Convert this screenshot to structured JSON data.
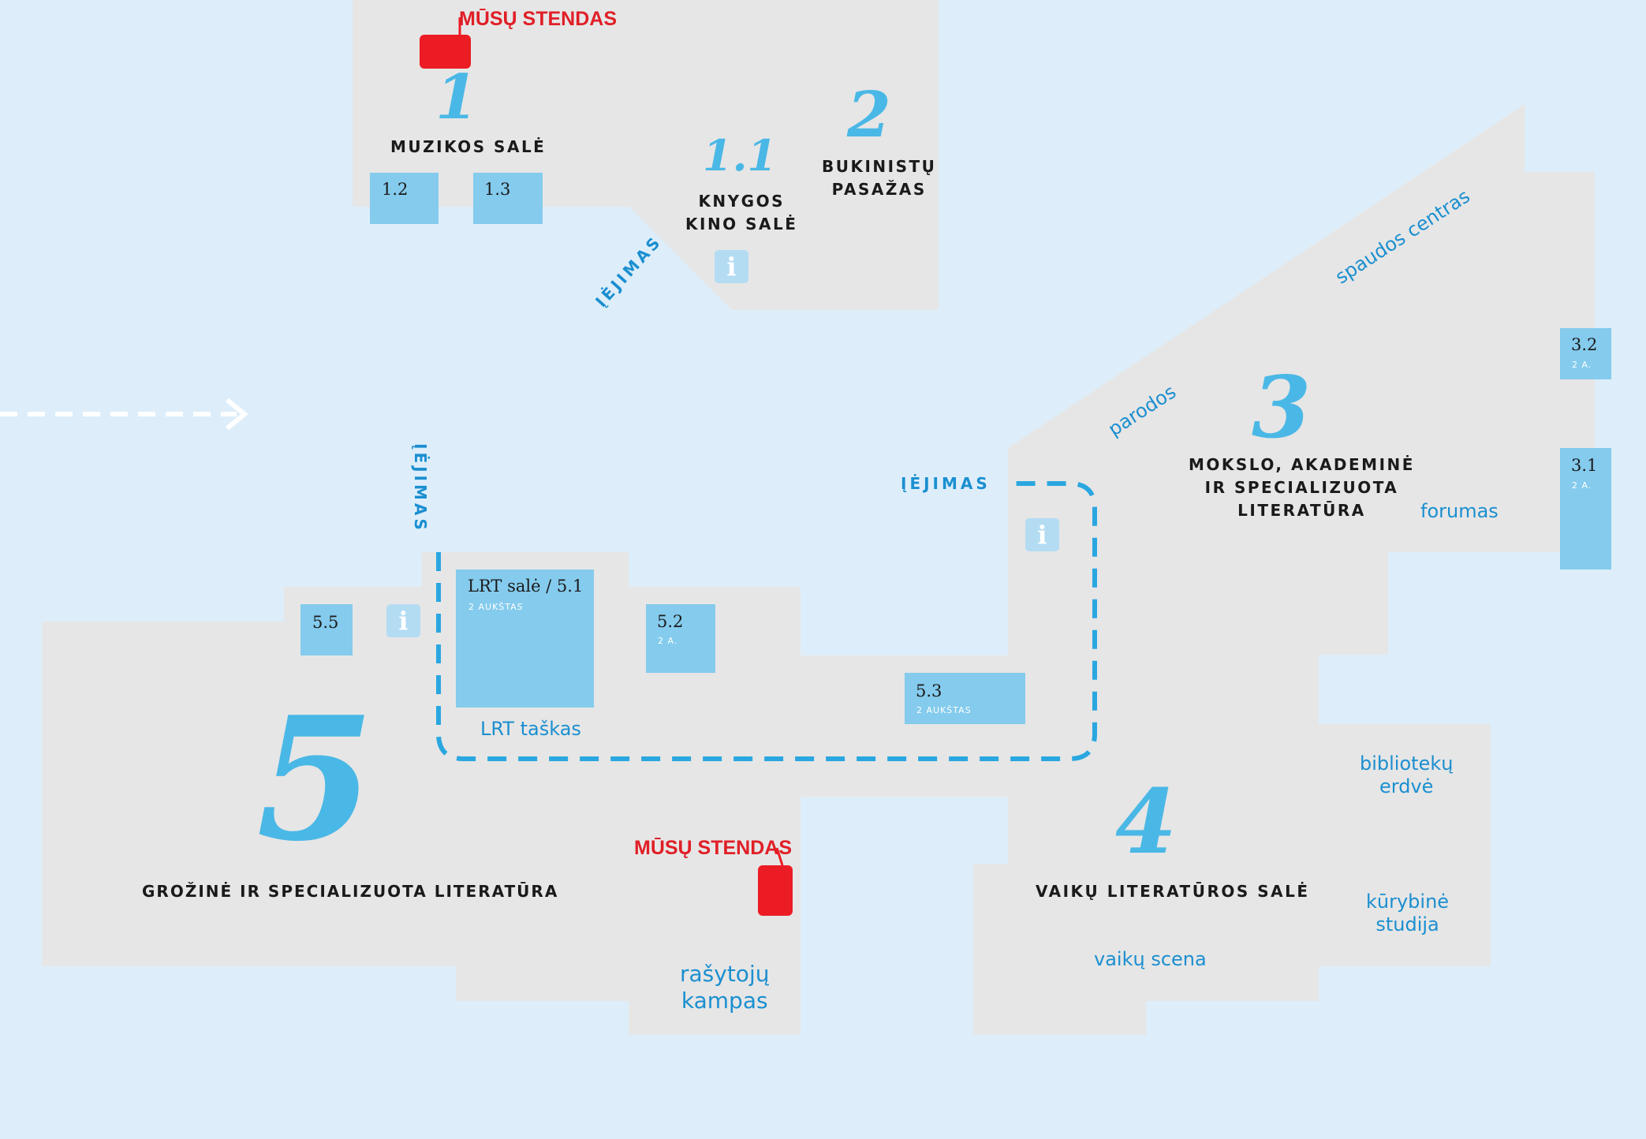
{
  "colors": {
    "background": "#ddeefa",
    "floor": "#e6e6e6",
    "room": "#84cbed",
    "accent_blue": "#4ab8e6",
    "text_blue": "#1b8fd0",
    "stand_red": "#ec1c24"
  },
  "stands": [
    {
      "label": "MŪSŲ STENDAS"
    },
    {
      "label": "MŪSŲ STENDAS"
    }
  ],
  "halls": [
    {
      "number": "1",
      "name": "MUZIKOS SALĖ"
    },
    {
      "number": "1.1",
      "name_line1": "KNYGOS",
      "name_line2": "KINO SALĖ"
    },
    {
      "number": "2",
      "name_line1": "BUKINISTŲ",
      "name_line2": "PASAŽAS"
    },
    {
      "number": "3",
      "name_line1": "MOKSLO, AKADEMINĖ",
      "name_line2": "IR SPECIALIZUOTA",
      "name_line3": "LITERATŪRA"
    },
    {
      "number": "4",
      "name": "VAIKŲ LITERATŪROS SALĖ"
    },
    {
      "number": "5",
      "name": "GROŽINĖ IR SPECIALIZUOTA LITERATŪRA"
    }
  ],
  "rooms": {
    "r1_2": "1.2",
    "r1_3": "1.3",
    "r3_2": "3.2",
    "r3_2_sub": "2 A.",
    "r3_1": "3.1",
    "r3_1_sub": "2 A.",
    "r5_1": "LRT salė / 5.1",
    "r5_1_sub": "2 AUKŠTAS",
    "r5_2": "5.2",
    "r5_2_sub": "2 A.",
    "r5_3": "5.3",
    "r5_3_sub": "2 AUKŠTAS",
    "r5_5": "5.5"
  },
  "entrances": [
    "ĮĖJIMAS",
    "ĮĖJIMAS",
    "ĮĖJIMAS"
  ],
  "zones": {
    "spaudos": "spaudos centras",
    "parodos": "parodos",
    "forumas": "forumas",
    "lrt_taskas": "LRT taškas",
    "bibliotekos_line1": "bibliotekų",
    "bibliotekos_line2": "erdvė",
    "kurybine_line1": "kūrybinė",
    "kurybine_line2": "studija",
    "vaiku_scena": "vaikų scena",
    "rasytoju_line1": "rašytojų",
    "rasytoju_line2": "kampas"
  },
  "info_symbol": "i",
  "icons": [
    "info-icon",
    "arrow-right-icon",
    "stand-pin-icon"
  ]
}
